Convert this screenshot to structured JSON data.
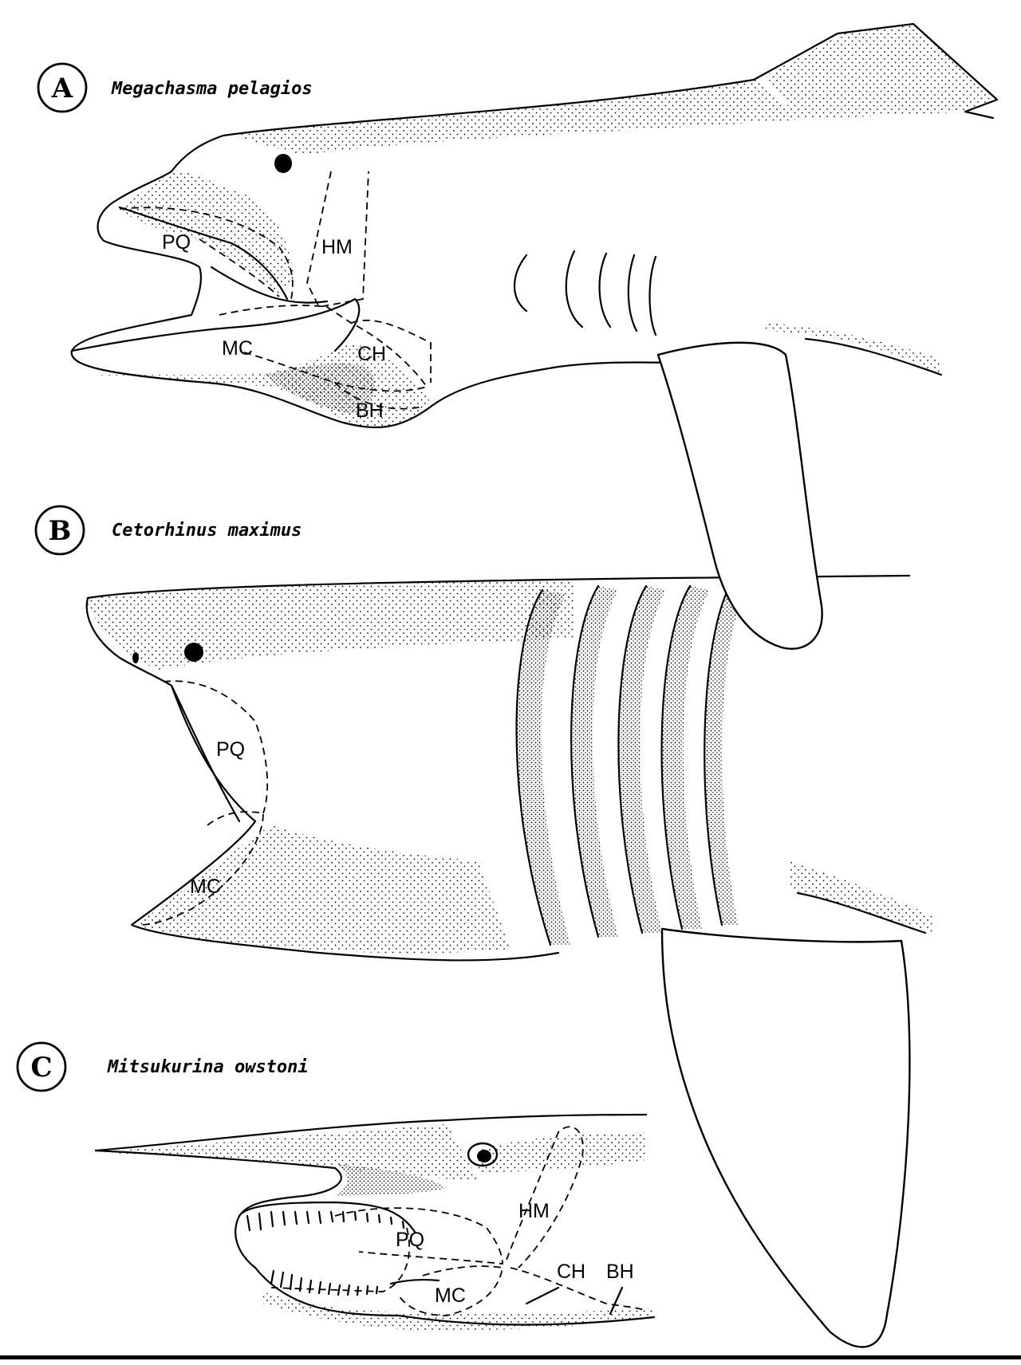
{
  "panels": [
    {
      "letter": "A",
      "species": "Megachasma pelagios",
      "labels": {
        "pq": "PQ",
        "hm": "HM",
        "mc": "MC",
        "ch": "CH",
        "bh": "BH"
      }
    },
    {
      "letter": "B",
      "species": "Cetorhinus maximus",
      "labels": {
        "pq": "PQ",
        "mc": "MC"
      }
    },
    {
      "letter": "C",
      "species": "Mitsukurina owstoni",
      "labels": {
        "hm": "HM",
        "pq": "PQ",
        "mc": "MC",
        "ch": "CH",
        "bh": "BH"
      }
    }
  ]
}
